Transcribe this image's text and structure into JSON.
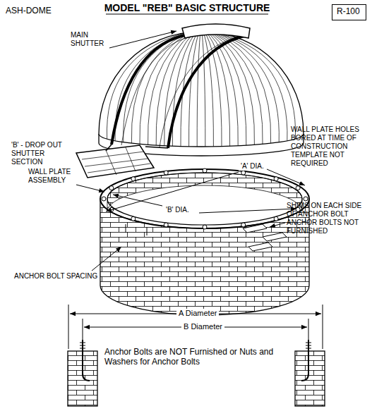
{
  "diagram": {
    "title": "MODEL \"REB\" BASIC STRUCTURE",
    "nodes": [
      {
        "text": [
          "R-100"
        ]
      }
    ],
    "labels": [
      "ASH-DOME",
      "MAIN SHUTTER",
      "'B' - DROP OUT SHUTTER SECTION",
      "WALL PLATE HOLES BORED AT TIME OF CONSTRUCTION TEMPLATE NOT REQUIRED",
      "WALL PLATE ASSEMBLY",
      "'A' DIA.",
      "'B' DIA.",
      "SHIMS ON EACH SIDE OF ANCHOR BOLT ANCHOR BOLTS NOT FURNISHED",
      "ANCHOR BOLT SPACING",
      "A Diameter",
      "B Diameter",
      "Anchor Bolts are NOT Furnished or Nuts and Washers for Anchor Bolts"
    ]
  }
}
